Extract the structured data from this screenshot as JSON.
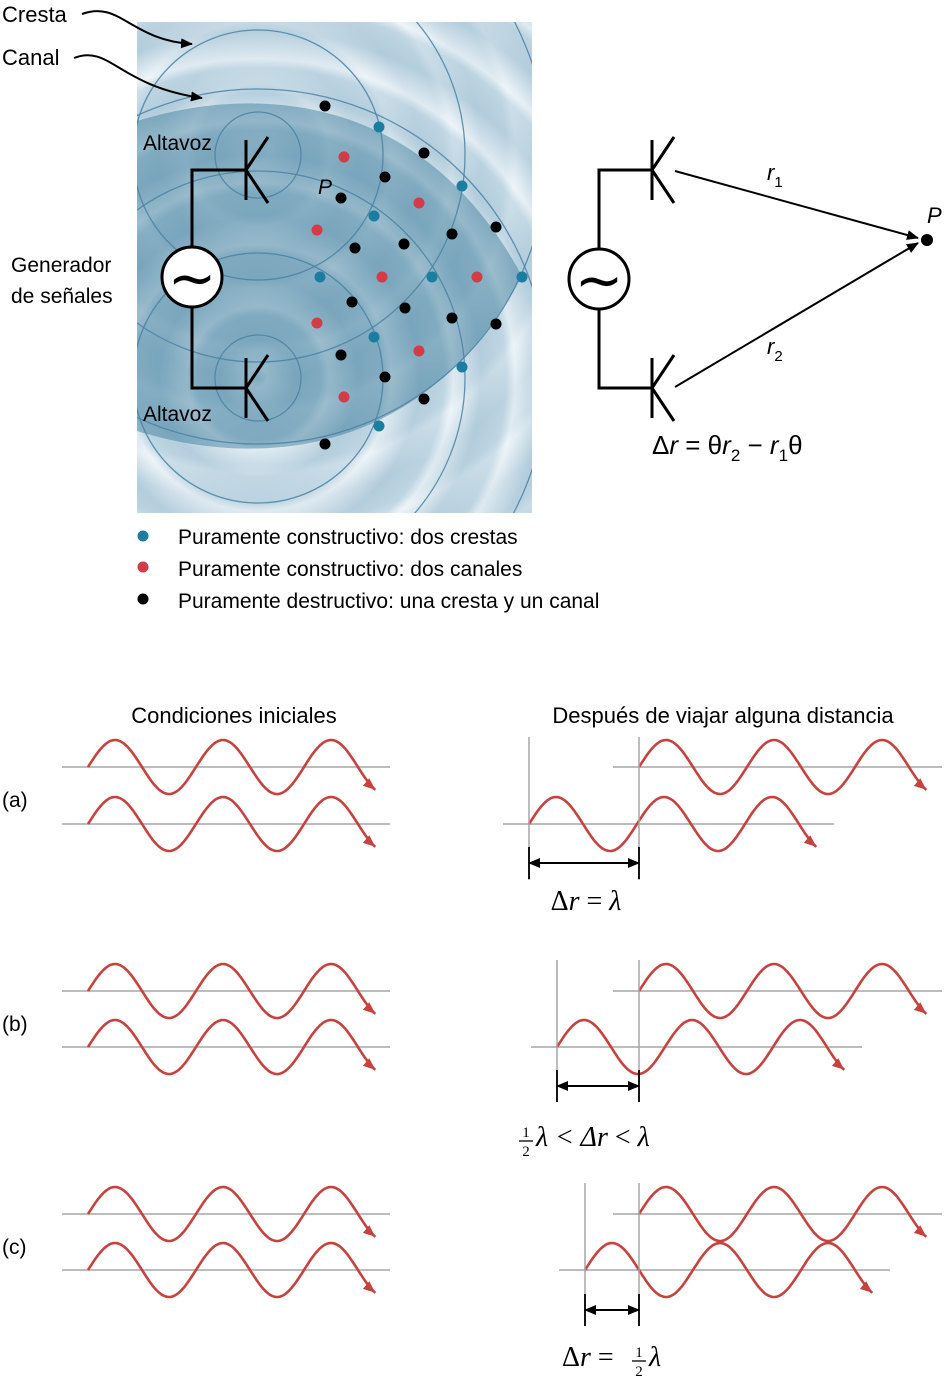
{
  "interference_figure": {
    "labels": {
      "crest": "Cresta",
      "trough": "Canal",
      "speaker_top": "Altavoz",
      "speaker_bottom": "Altavoz",
      "generator_line1": "Generador",
      "generator_line2": "de señales",
      "point": "P",
      "ac_symbol": "∼"
    },
    "legend": [
      {
        "color": "#1b7ea1",
        "text": "Puramente constructivo: dos crestas"
      },
      {
        "color": "#d23c46",
        "text": "Puramente constructivo: dos canales"
      },
      {
        "color": "#000000",
        "text": "Puramente destructivo: una cresta y un canal"
      }
    ],
    "colors": {
      "constructive_crests": "#1b7ea1",
      "constructive_troughs": "#d23c46",
      "destructive": "#000000",
      "wave_field": "#5d98b4"
    }
  },
  "path_diagram": {
    "point": "P",
    "r1": {
      "symbol": "r",
      "sub": "1"
    },
    "r2": {
      "symbol": "r",
      "sub": "2"
    },
    "equation": {
      "p1": "Δ",
      "p2": "r",
      "p3": " = θ",
      "p4": "r",
      "p5": "2",
      "p6": " − ",
      "p7": "r",
      "p8": "1",
      "p9": "θ"
    }
  },
  "wave_panels": {
    "header_left": "Condiciones iniciales",
    "header_right": "Después de viajar alguna distancia",
    "wave_color": "#c8413d",
    "rows": [
      {
        "label": "(a)",
        "eq": {
          "p1": "Δ",
          "p2": "r",
          "p3": " = ",
          "p4": "λ"
        }
      },
      {
        "label": "(b)",
        "eq": {
          "num": "1",
          "den": "2",
          "p1": "λ < Δ",
          "p2": "r",
          "p3": " < ",
          "p4": "λ"
        }
      },
      {
        "label": "(c)",
        "eq": {
          "p1": "Δ",
          "p2": "r",
          "p3": " = ",
          "num": "1",
          "den": "2",
          "p4": "λ"
        }
      }
    ]
  }
}
